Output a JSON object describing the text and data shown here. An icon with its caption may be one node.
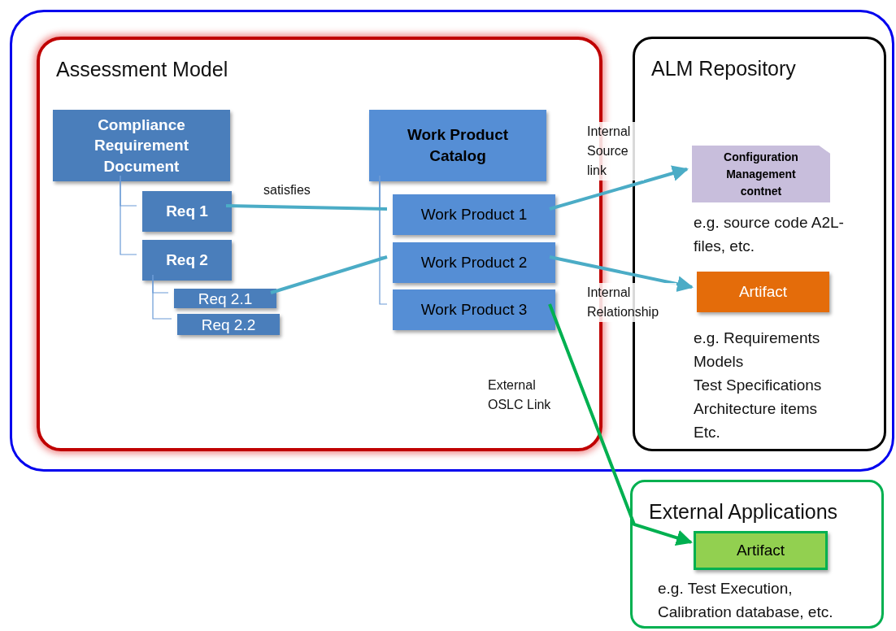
{
  "diagram": {
    "nodes": [
      {
        "text": [],
        "shape": "box"
      },
      {
        "text": [
          "Assessment Model"
        ],
        "in": 0
      },
      {
        "text": [
          "Compliance Requirement Document"
        ],
        "in": 1
      },
      {
        "text": [
          "Req 1"
        ],
        "in": 1
      },
      {
        "text": [
          "Req 2"
        ],
        "in": 1
      },
      {
        "text": [
          "Req 2.1"
        ],
        "in": 1
      },
      {
        "text": [
          "Req 2.2"
        ],
        "in": 1
      },
      {
        "text": [
          "Work Product Catalog"
        ],
        "in": 1
      },
      {
        "text": [
          "Work Product 1"
        ],
        "in": 1
      },
      {
        "text": [
          "Work Product 2"
        ],
        "in": 1
      },
      {
        "text": [
          "Work Product 3"
        ],
        "in": 1
      },
      {
        "text": [
          "ALM Repository"
        ],
        "in": 0
      },
      {
        "text": [
          "Configuration Management contnet"
        ],
        "in": 11,
        "beside": [
          "e.g. source code A2L-files, etc."
        ]
      },
      {
        "text": [
          "Artifact"
        ],
        "in": 11,
        "beside": [
          "e.g. Requirements",
          "Models",
          "Test Specifications",
          "Architecture items",
          "Etc."
        ]
      },
      {
        "text": [
          "External Applications"
        ]
      },
      {
        "text": [
          "Artifact"
        ],
        "in": 14,
        "beside": [
          "e.g. Test Execution, Calibration database, etc."
        ]
      }
    ],
    "edges": [
      {
        "from": 2,
        "to": 3,
        "arrow": "none"
      },
      {
        "from": 2,
        "to": 4,
        "arrow": "none"
      },
      {
        "from": 4,
        "to": 5,
        "arrow": "none"
      },
      {
        "from": 4,
        "to": 6,
        "arrow": "none"
      },
      {
        "from": 7,
        "to": 8,
        "arrow": "none"
      },
      {
        "from": 7,
        "to": 9,
        "arrow": "none"
      },
      {
        "from": 7,
        "to": 10,
        "arrow": "none"
      },
      {
        "from": 3,
        "to": 8,
        "arrow": "none",
        "label": "satisfies",
        "style": "thick",
        "color": "#4bacc6"
      },
      {
        "from": 5,
        "to": 9,
        "arrow": "none",
        "style": "thick",
        "color": "#4bacc6"
      },
      {
        "from": 8,
        "to": 12,
        "arrow": "to",
        "label": "Internal Source link",
        "style": "thick",
        "color": "#4bacc6"
      },
      {
        "from": 9,
        "to": 13,
        "arrow": "to",
        "label": "Internal Relationship",
        "style": "thick",
        "color": "#4bacc6"
      },
      {
        "from": 10,
        "to": 15,
        "arrow": "to",
        "label": "External OSLC Link",
        "style": "thick",
        "color": "#00b050"
      }
    ]
  }
}
